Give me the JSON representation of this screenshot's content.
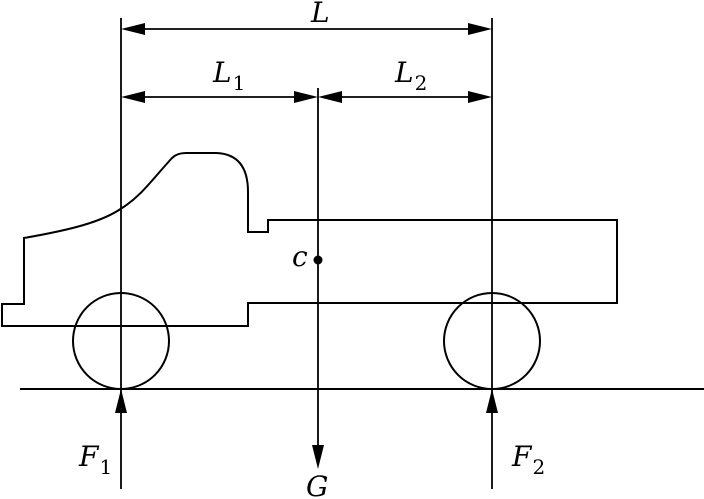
{
  "labels": {
    "total_length": "L",
    "front_length_main": "L",
    "front_length_sub": "1",
    "rear_length_main": "L",
    "rear_length_sub": "2",
    "center": "c",
    "gravity": "G",
    "front_force_main": "F",
    "front_force_sub": "1",
    "rear_force_main": "F",
    "rear_force_sub": "2"
  },
  "colors": {
    "stroke": "#000000",
    "background": "#ffffff"
  }
}
